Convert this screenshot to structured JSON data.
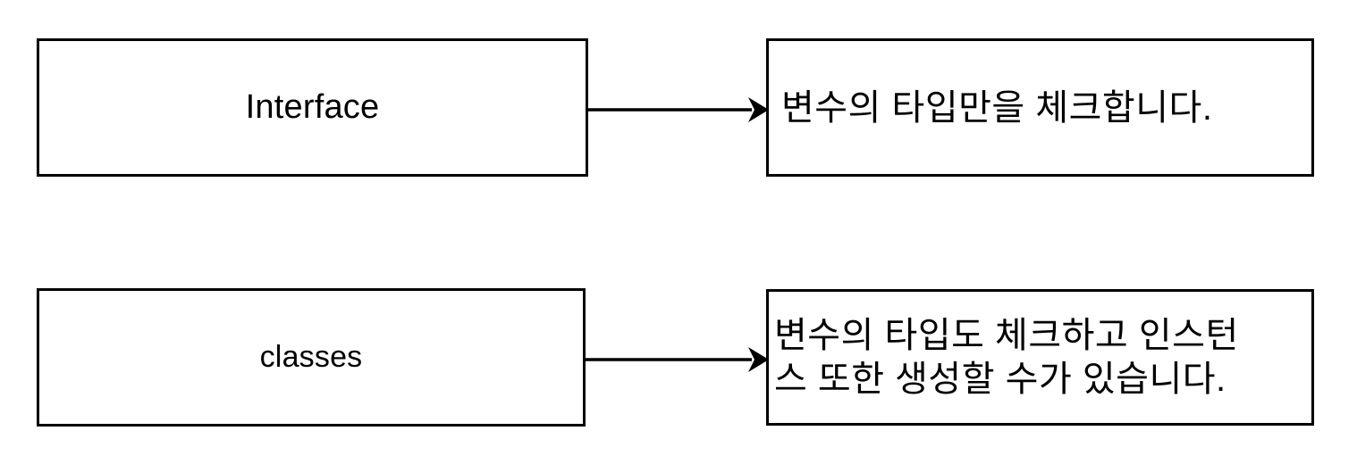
{
  "diagram": {
    "type": "flow-diagram",
    "background_color": "#FFFFFF",
    "border_color": "#000000",
    "text_color": "#000000",
    "rows": [
      {
        "source": {
          "label": "Interface",
          "align": "center"
        },
        "connector": {
          "kind": "arrow-right",
          "label": ""
        },
        "target": {
          "label": "변수의 타입만을 체크합니다.",
          "align": "left"
        }
      },
      {
        "source": {
          "label": "classes",
          "align": "center"
        },
        "connector": {
          "kind": "arrow-right",
          "label": ""
        },
        "target": {
          "label": "변수의 타입도 체크하고 인스턴\n스 또한 생성할 수가 있습니다.",
          "align": "left"
        }
      }
    ]
  }
}
